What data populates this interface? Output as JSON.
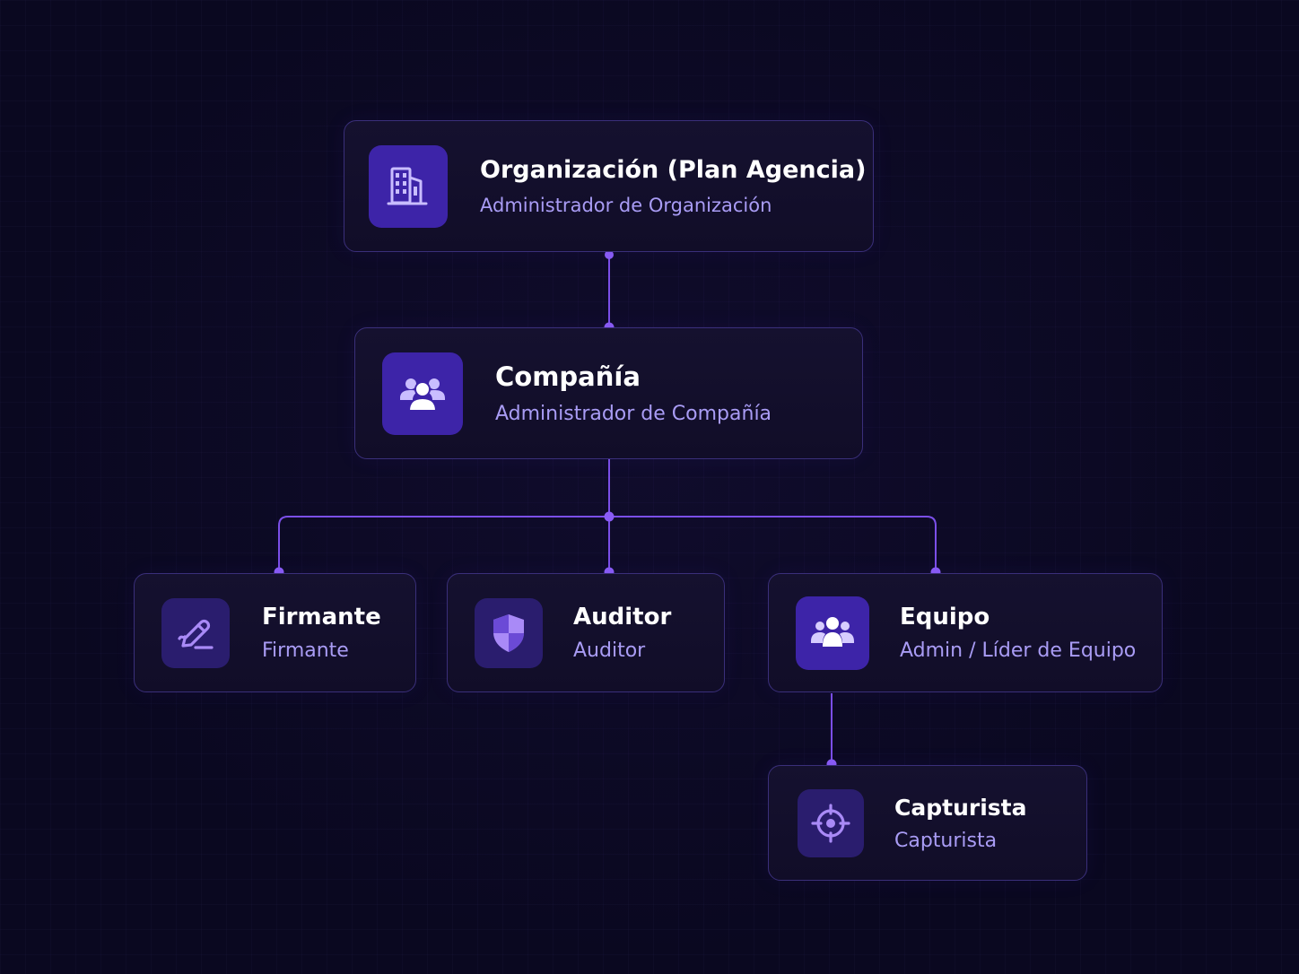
{
  "colors": {
    "background": "#0a0820",
    "card": "#13102c",
    "card_border": "#3a2f7a",
    "connector": "#7b4fe8",
    "icon_bg_bright": "#3d24a8",
    "icon_bg_dim": "#2a1d6e",
    "title": "#ffffff",
    "subtitle": "#a99cf5"
  },
  "nodes": {
    "organizacion": {
      "title": "Organización (Plan Agencia)",
      "subtitle": "Administrador de Organización",
      "icon": "building-icon"
    },
    "compania": {
      "title": "Compañía",
      "subtitle": "Administrador de Compañía",
      "icon": "users-group-icon"
    },
    "firmante": {
      "title": "Firmante",
      "subtitle": "Firmante",
      "icon": "pen-signature-icon"
    },
    "auditor": {
      "title": "Auditor",
      "subtitle": "Auditor",
      "icon": "shield-icon"
    },
    "equipo": {
      "title": "Equipo",
      "subtitle": "Admin / Líder de Equipo",
      "icon": "team-icon"
    },
    "capturista": {
      "title": "Capturista",
      "subtitle": "Capturista",
      "icon": "crosshair-icon"
    }
  }
}
